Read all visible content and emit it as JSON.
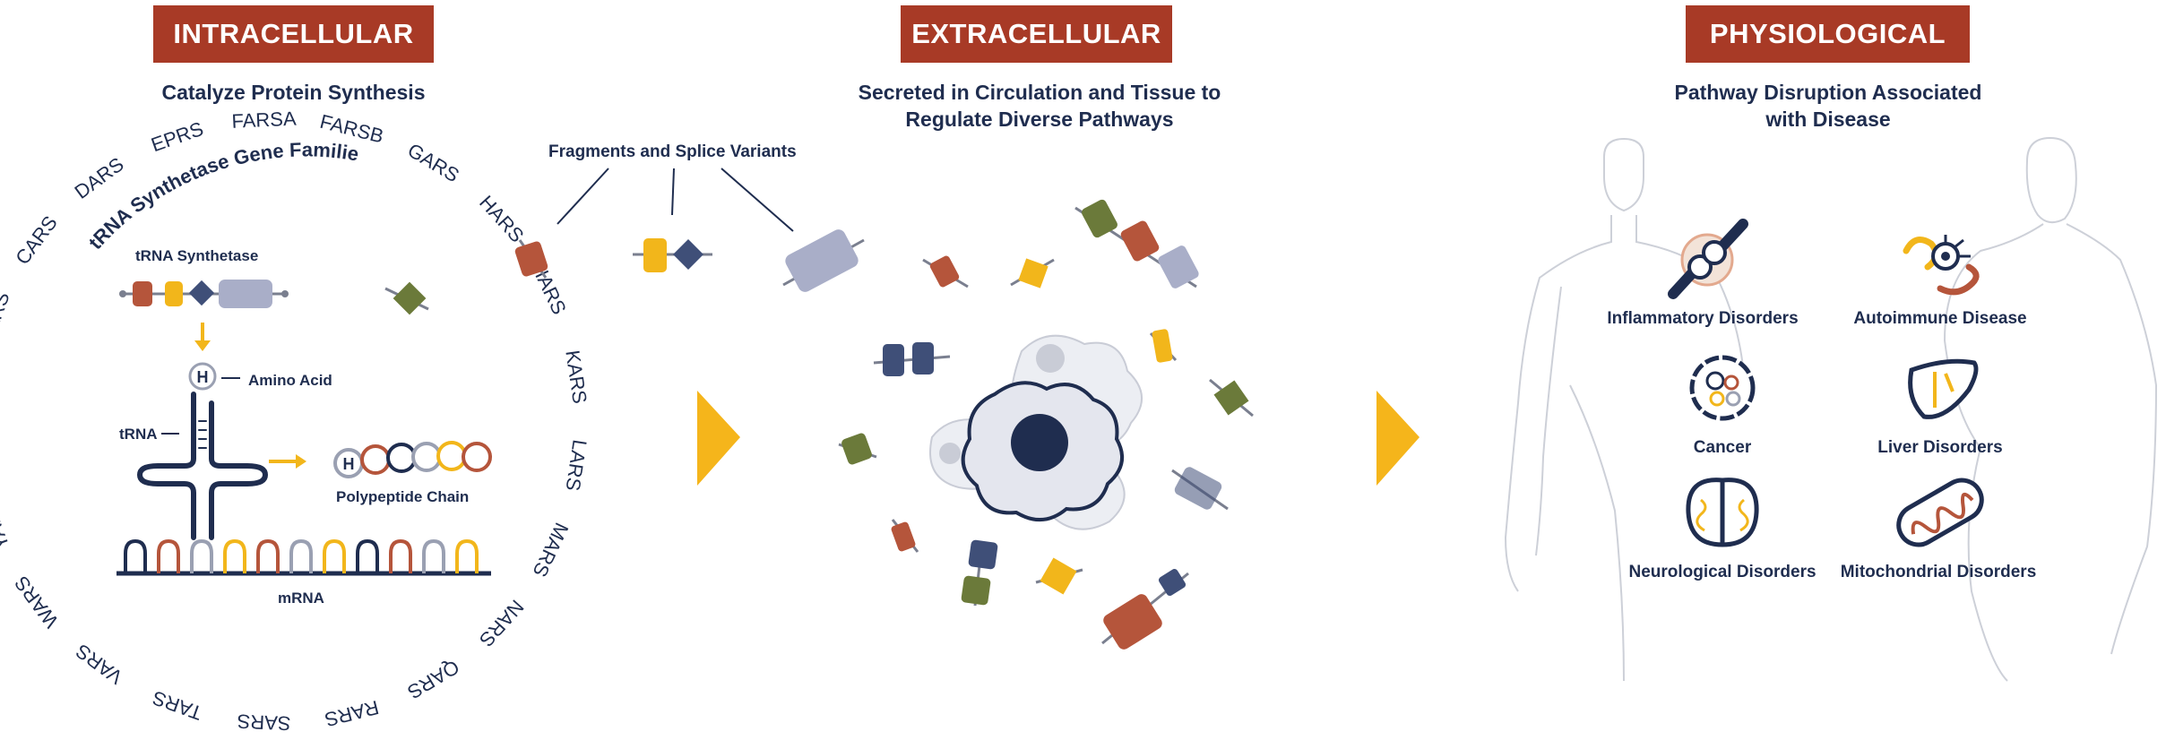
{
  "intracellular": {
    "banner": "INTRACELLULAR",
    "subtitle": "Catalyze Protein Synthesis",
    "gene_families_label": "tRNA Synthetase Gene Families:",
    "genes": [
      "AARS",
      "CARS",
      "DARS",
      "EPRS",
      "FARSA",
      "FARSB",
      "GARS",
      "HARS",
      "IARS",
      "KARS",
      "LARS",
      "MARS",
      "NARS",
      "QARS",
      "RARS",
      "SARS",
      "TARS",
      "VARS",
      "WARS",
      "YARS"
    ],
    "trna_synthetase_label": "tRNA Synthetase",
    "amino_acid_label": "Amino Acid",
    "h_symbol": "H",
    "trna_label": "tRNA",
    "polypeptide_label": "Polypeptide Chain",
    "mrna_label": "mRNA"
  },
  "fragments_label": "Fragments and Splice Variants",
  "extracellular": {
    "banner": "EXTRACELLULAR",
    "subtitle_line1": "Secreted in Circulation and Tissue to",
    "subtitle_line2": "Regulate Diverse Pathways"
  },
  "physiological": {
    "banner": "PHYSIOLOGICAL",
    "subtitle_line1": "Pathway Disruption Associated",
    "subtitle_line2": "with Disease",
    "diseases": [
      {
        "label": "Inflammatory Disorders",
        "icon": "joint-icon"
      },
      {
        "label": "Autoimmune Disease",
        "icon": "immune-cells-icon"
      },
      {
        "label": "Cancer",
        "icon": "cancer-cell-icon"
      },
      {
        "label": "Liver Disorders",
        "icon": "liver-icon"
      },
      {
        "label": "Neurological Disorders",
        "icon": "brain-icon"
      },
      {
        "label": "Mitochondrial Disorders",
        "icon": "mitochondria-icon"
      }
    ]
  },
  "colors": {
    "banner": "#a83a26",
    "navy": "#1f2d4f",
    "rust": "#b5553b",
    "gold": "#f2b61b",
    "olive": "#6b7a3a",
    "slate": "#3f4f78",
    "lavender": "#a9aec8",
    "arrow": "#f5b51b"
  }
}
